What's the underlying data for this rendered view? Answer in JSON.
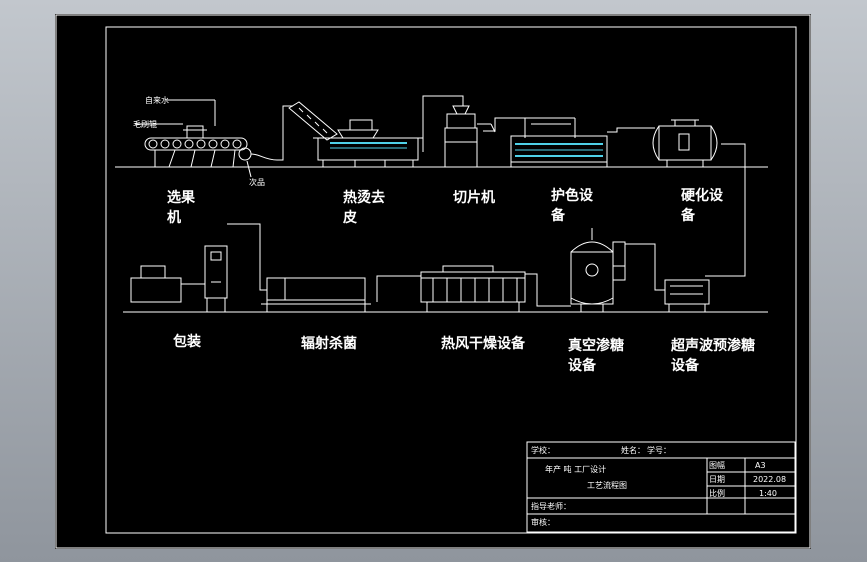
{
  "process_row1": [
    {
      "id": "sorting",
      "label": "选果\n机"
    },
    {
      "id": "scalding",
      "label": "热烫去\n皮"
    },
    {
      "id": "slicing",
      "label": "切片机"
    },
    {
      "id": "color_protect",
      "label": "护色设\n备"
    },
    {
      "id": "hardening",
      "label": "硬化设\n备"
    }
  ],
  "process_row2": [
    {
      "id": "packaging",
      "label": "包装"
    },
    {
      "id": "irradiation",
      "label": "辐射杀菌"
    },
    {
      "id": "hot_air_drying",
      "label": "热风干燥设备"
    },
    {
      "id": "vacuum_sugar",
      "label": "真空渗糖\n设备"
    },
    {
      "id": "ultrasonic_sugar",
      "label": "超声波预渗糖\n设备"
    }
  ],
  "annotations": {
    "tap_water": "自来水",
    "brush": "毛刷辊",
    "waste": "次品"
  },
  "title_block": {
    "school": "学校：",
    "name": "姓名：",
    "student_id": "学号：",
    "project_line": "年产    吨    工厂设计",
    "drawing_name": "工艺流程图",
    "advisor": "指导老师：",
    "reviewer": "审核：",
    "sheet_label": "图幅",
    "sheet_value": "A3",
    "date_label": "日期",
    "date_value": "2022.08",
    "scale_label": "比例",
    "scale_value": "1:40"
  },
  "colors": {
    "background": "#000000",
    "line": "#ffffff",
    "water": "#4fd1e8",
    "window_bg": "#a0a6ae"
  }
}
